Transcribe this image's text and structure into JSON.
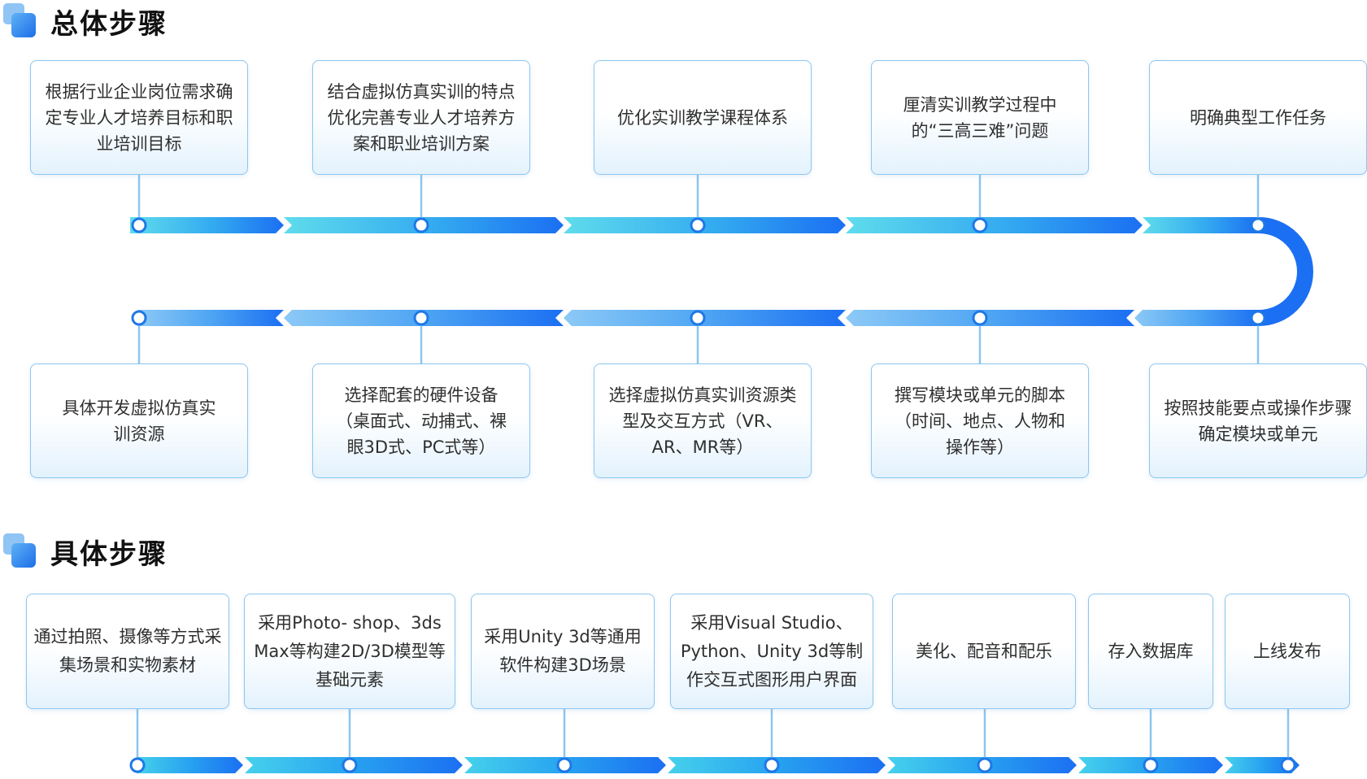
{
  "sections": {
    "overall": {
      "title": "总体步骤"
    },
    "specific": {
      "title": "具体步骤"
    }
  },
  "overall_steps": {
    "top_row": [
      "根据行业企业岗位需求确定专业人才培养目标和职业培训目标",
      "结合虚拟仿真实训的特点优化完善专业人才培养方案和职业培训方案",
      "优化实训教学课程体系",
      "厘清实训教学过程中的“三高三难”问题",
      "明确典型工作任务"
    ],
    "bottom_row": [
      "具体开发虚拟仿真实训资源",
      "选择配套的硬件设备　（桌面式、动捕式、裸眼3D式、PC式等）",
      "选择虚拟仿真实训资源类型及交互方式（VR、AR、MR等）",
      "撰写模块或单元的脚本（时间、地点、人物和操作等）",
      "按照技能要点或操作步骤确定模块或单元"
    ]
  },
  "specific_steps": [
    "通过拍照、摄像等方式采集场景和实物素材",
    "采用Photo- shop、3ds Max等构建2D/3D模型等基础元素",
    "采用Unity 3d等通用软件构建3D场景",
    "采用Visual Studio、Python、Unity 3d等制作交互式图形用户界面",
    "美化、配音和配乐",
    "存入数据库",
    "上线发布"
  ],
  "colors": {
    "arrow_start": "#5fdcec",
    "arrow_end": "#1b6ff2",
    "box_border": "#8cc6ef",
    "node_stroke": "#1e78e6"
  }
}
